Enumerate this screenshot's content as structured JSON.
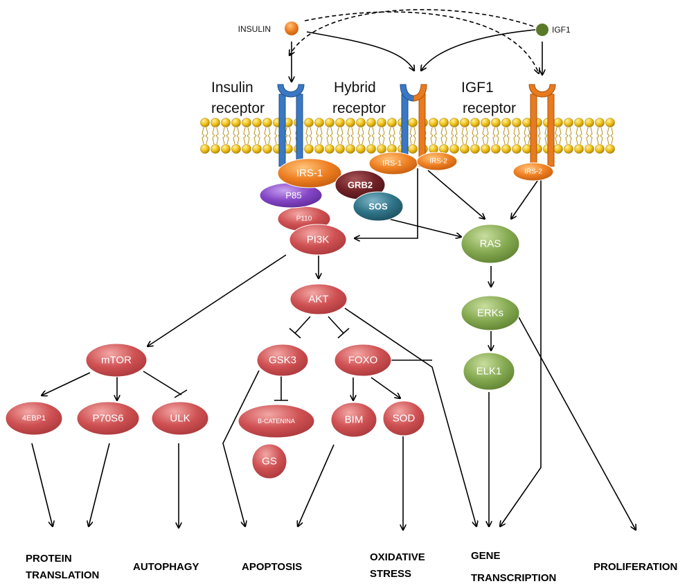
{
  "ligands": {
    "insulin": {
      "label": "INSULIN",
      "color": "#f0953a"
    },
    "igf1": {
      "label": "IGF1",
      "color": "#5a7a2a"
    }
  },
  "receptors": {
    "insulin": {
      "line1": "Insulin",
      "line2": "receptor"
    },
    "hybrid": {
      "line1": "Hybrid",
      "line2": "receptor"
    },
    "igf1": {
      "line1": "IGF1",
      "line2": "receptor"
    }
  },
  "colors": {
    "insulin_receptor": "#3a78c3",
    "igf1_receptor": "#e87a1f",
    "membrane_head": "#f2c418",
    "membrane_tail": "#c9a21a",
    "orange_node": "#e9781c",
    "red_node": "#c9474b",
    "green_node": "#7ea34a",
    "purple_node": "#7d3fbf",
    "maroon_node": "#6b1f22",
    "teal_node": "#2b6d80"
  },
  "nodes": {
    "irs1_a": "IRS-1",
    "p85": "P85",
    "p110": "P110",
    "pi3k": "PI3K",
    "grb2": "GRB2",
    "sos": "SOS",
    "irs1_b": "IRS-1",
    "irs2_a": "IRS-2",
    "irs2_b": "IRS-2",
    "ras": "RAS",
    "erks": "ERKs",
    "elk1": "ELK1",
    "akt": "AKT",
    "mtor": "mTOR",
    "gsk3": "GSK3",
    "foxo": "FOXO",
    "4ebp1": "4EBP1",
    "p70s6": "P70S6",
    "ulk": "ULK",
    "bcatenina": "B-CATENINA",
    "gs": "GS",
    "bim": "BIM",
    "sod": "SOD"
  },
  "outcomes": {
    "protein_1": "PROTEIN",
    "protein_2": "TRANSLATION",
    "autophagy": "AUTOPHAGY",
    "apoptosis": "APOPTOSIS",
    "oxidative_1": "OXIDATIVE",
    "oxidative_2": "STRESS",
    "gene_1": "GENE",
    "gene_2": "TRANSCRIPTION",
    "proliferation": "PROLIFERATION"
  }
}
